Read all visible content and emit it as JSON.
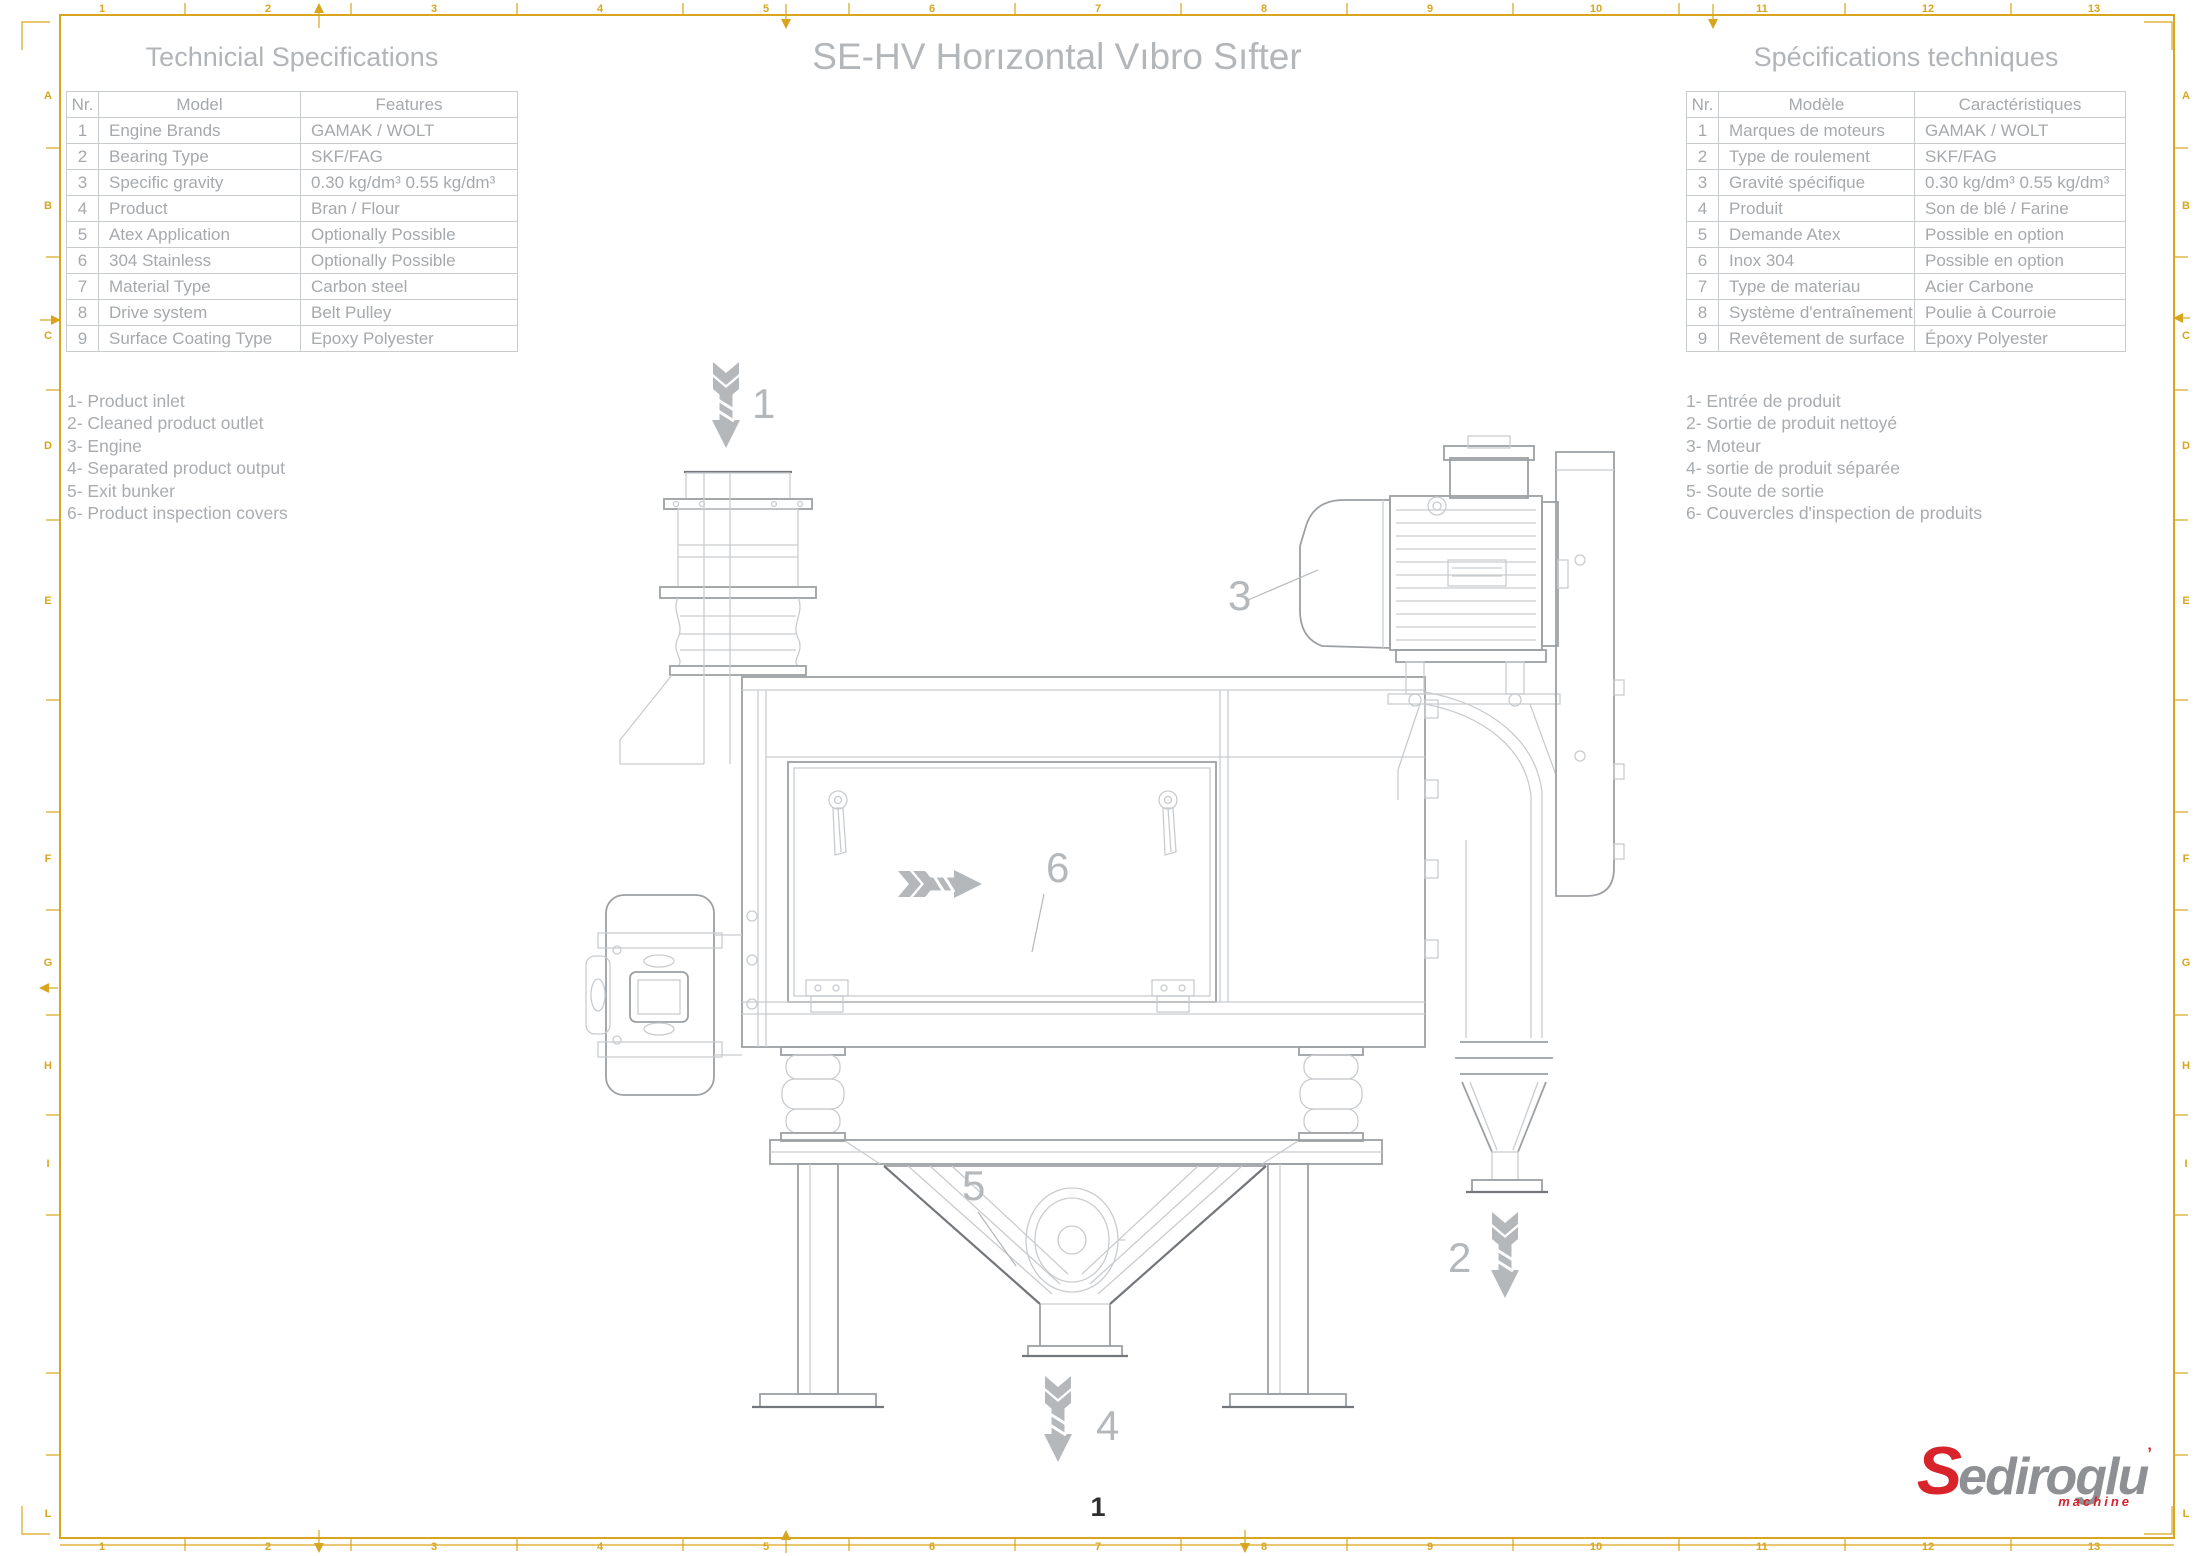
{
  "sheet": {
    "accent_color": "#d9a51e",
    "page_number": "1",
    "ruler_numbers": [
      "1",
      "2",
      "3",
      "4",
      "5",
      "6",
      "7",
      "8",
      "9",
      "10",
      "11",
      "12",
      "13"
    ],
    "ruler_letters": [
      "A",
      "B",
      "C",
      "D",
      "E",
      "F",
      "G",
      "H",
      "I",
      "L"
    ]
  },
  "title": "SE-HV Horızontal Vıbro Sıfter",
  "left_panel": {
    "title": "Technicial Specifications",
    "headers": [
      "Nr.",
      "Model",
      "Features"
    ],
    "rows": [
      [
        "1",
        "Engine Brands",
        "GAMAK / WOLT"
      ],
      [
        "2",
        "Bearing Type",
        "SKF/FAG"
      ],
      [
        "3",
        "Specific gravity",
        "0.30 kg/dm³  0.55 kg/dm³"
      ],
      [
        "4",
        "Product",
        "Bran / Flour"
      ],
      [
        "5",
        "Atex Application",
        "Optionally Possible"
      ],
      [
        "6",
        "304 Stainless",
        "Optionally Possible"
      ],
      [
        "7",
        "Material Type",
        "Carbon steel"
      ],
      [
        "8",
        "Drive system",
        "Belt Pulley"
      ],
      [
        "9",
        "Surface Coating Type",
        "Epoxy Polyester"
      ]
    ],
    "legend": [
      "1- Product inlet",
      "2- Cleaned product outlet",
      "3- Engine",
      "4- Separated product output",
      "5- Exit bunker",
      "6- Product inspection covers"
    ]
  },
  "right_panel": {
    "title": "Spécifications techniques",
    "headers": [
      "Nr.",
      "Modèle",
      "Caractéristiques"
    ],
    "rows": [
      [
        "1",
        "Marques de moteurs",
        "GAMAK / WOLT"
      ],
      [
        "2",
        "Type de roulement",
        "SKF/FAG"
      ],
      [
        "3",
        "Gravité spécifique",
        "0.30 kg/dm³  0.55 kg/dm³"
      ],
      [
        "4",
        "Produit",
        "Son de blé / Farine"
      ],
      [
        "5",
        "Demande Atex",
        "Possible en option"
      ],
      [
        "6",
        "Inox 304",
        "Possible en option"
      ],
      [
        "7",
        "Type de materiau",
        "Acier Carbone"
      ],
      [
        "8",
        "Système d'entraînement",
        "Poulie à Courroie"
      ],
      [
        "9",
        "Revêtement de surface",
        "Époxy Polyester"
      ]
    ],
    "legend": [
      "1- Entrée de produit",
      "2- Sortie de produit nettoyé",
      "3- Moteur",
      "4- sortie de produit séparée",
      "5- Soute de sortie",
      "6- Couvercles d'inspection de produits"
    ]
  },
  "drawing": {
    "callouts": {
      "one": "1",
      "two": "2",
      "three": "3",
      "four": "4",
      "five": "5",
      "six": "6"
    },
    "line_color_light": "#c9cccf",
    "line_color_mid": "#9da0a3",
    "line_color_dark": "#73767a",
    "callout_color": "#b5b8bb"
  },
  "logo": {
    "name_initial": "S",
    "name_rest": "ediroglu",
    "registered_mark": "’",
    "subtitle": "machine",
    "red": "#d8232b",
    "gray": "#8e9093"
  }
}
